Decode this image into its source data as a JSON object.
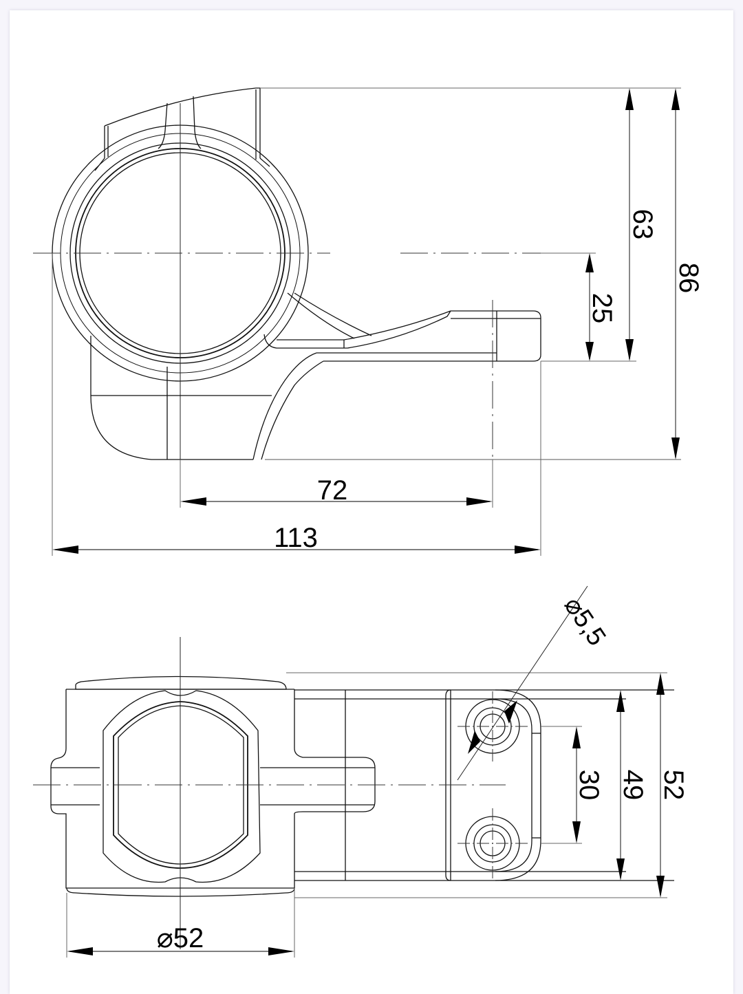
{
  "drawing": {
    "background_color": "#f6f5fb",
    "sheet_color": "#ffffff",
    "line_color": "#111111",
    "views": {
      "side_view": {
        "dimensions": {
          "overall_height": "86",
          "top_to_plate": "63",
          "center_to_plate": "25",
          "center_to_hole": "72",
          "overall_length": "113"
        }
      },
      "top_view": {
        "dimensions": {
          "hole_diameter": "⌀5,5",
          "hole_spacing": "30",
          "plate_width": "49",
          "overall_width": "52",
          "tube_diameter": "⌀52"
        }
      }
    }
  }
}
